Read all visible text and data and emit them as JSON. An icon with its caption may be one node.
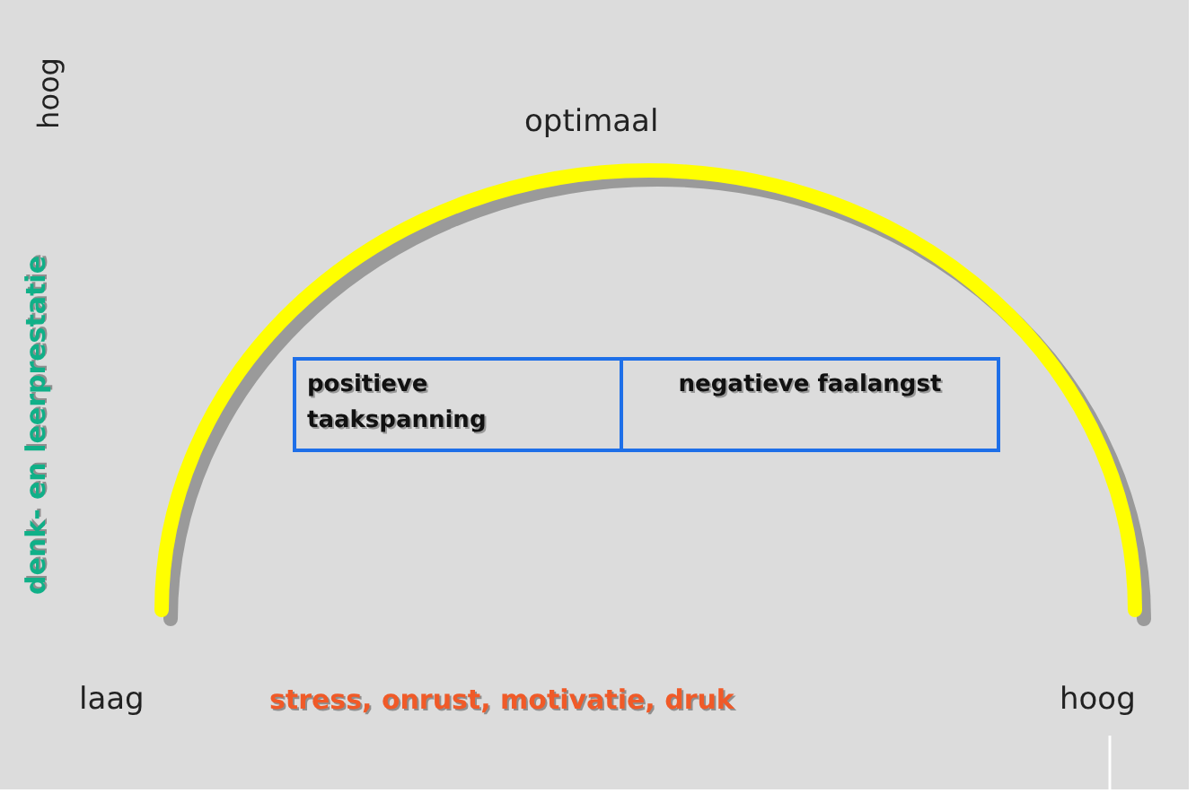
{
  "diagram": {
    "nodes": [
      {
        "text": [
          "positieve taakspanning"
        ]
      },
      {
        "text": [
          "negatieve faalangst"
        ]
      }
    ],
    "labels": [
      "hoog",
      "optimaal",
      "denk- en leerprestatie",
      "laag",
      "stress, onrust, motivatie, druk",
      "hoog"
    ]
  }
}
